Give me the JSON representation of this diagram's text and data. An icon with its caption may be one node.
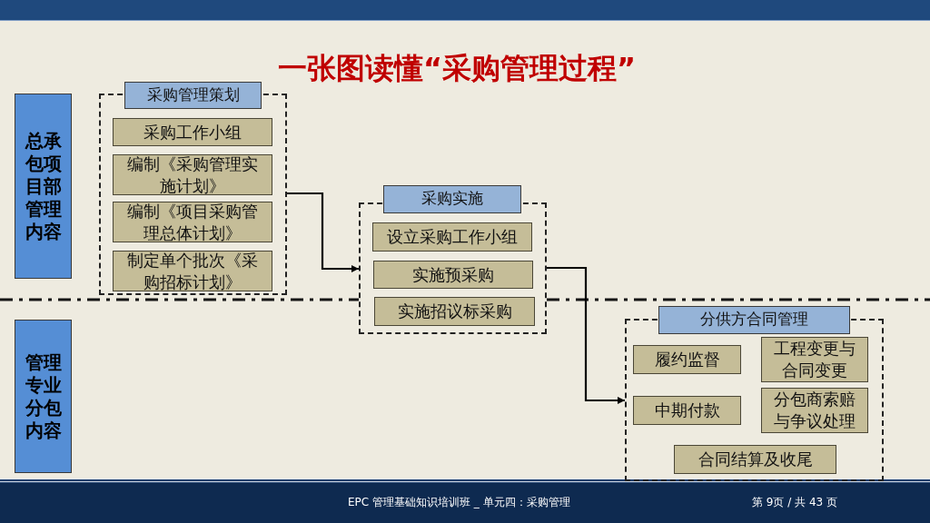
{
  "diagram": {
    "title": "一张图读懂“采购管理过程”",
    "nodes": [
      {
        "text": [
          "总承包项目部管理内容"
        ]
      },
      {
        "text": [
          "管理专业分包内容"
        ]
      },
      {
        "text": [
          "采购管理策划"
        ]
      },
      {
        "text": [
          "采购工作小组"
        ],
        "in": 2
      },
      {
        "text": [
          "编制《采购管理实施计划》"
        ],
        "in": 2
      },
      {
        "text": [
          "编制《项目采购管理总体计划》"
        ],
        "in": 2
      },
      {
        "text": [
          "制定单个批次《采购招标计划》"
        ],
        "in": 2
      },
      {
        "text": [
          "采购实施"
        ]
      },
      {
        "text": [
          "设立采购工作小组"
        ],
        "in": 7
      },
      {
        "text": [
          "实施预采购"
        ],
        "in": 7
      },
      {
        "text": [
          "实施招议标采购"
        ],
        "in": 7
      },
      {
        "text": [
          "分供方合同管理"
        ]
      },
      {
        "text": [
          "履约监督"
        ],
        "in": 11
      },
      {
        "text": [
          "工程变更与合同变更"
        ],
        "in": 11
      },
      {
        "text": [
          "中期付款"
        ],
        "in": 11
      },
      {
        "text": [
          "分包商索赔与争议处理"
        ],
        "in": 11
      },
      {
        "text": [
          "合同结算及收尾"
        ],
        "in": 11
      }
    ],
    "edges": [
      {
        "from": 2,
        "to": 7,
        "arrow": "to"
      },
      {
        "from": 7,
        "to": 11,
        "arrow": "to"
      }
    ],
    "labels": [
      "EPC 管理基础知识培训班 _ 单元四：采购管理",
      "第 9页 / 共 43 页"
    ]
  }
}
